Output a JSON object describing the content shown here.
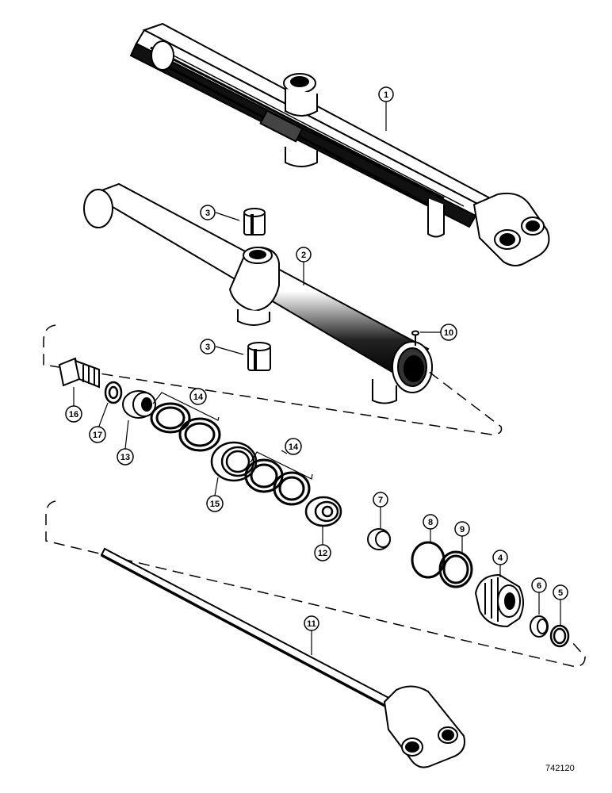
{
  "diagram": {
    "callouts": {
      "c1": "1",
      "c2": "2",
      "c3a": "3",
      "c3b": "3",
      "c4": "4",
      "c5": "5",
      "c6": "6",
      "c7": "7",
      "c8": "8",
      "c9": "9",
      "c10": "10",
      "c11": "11",
      "c12": "12",
      "c13": "13",
      "c14a": "14",
      "c14b": "14",
      "c15": "15",
      "c16": "16",
      "c17": "17"
    },
    "figure_number": "742120"
  }
}
